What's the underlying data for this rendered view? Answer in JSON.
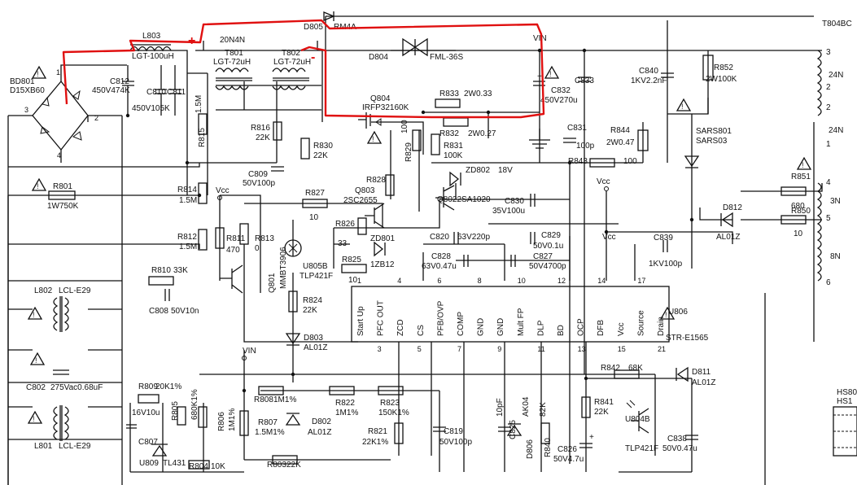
{
  "components": {
    "bd801": [
      "BD801",
      "D15XB60"
    ],
    "l803": [
      "L803",
      "LGT-100uH"
    ],
    "t801": [
      "T801",
      "LGT-72uH"
    ],
    "t802": [
      "T802",
      "LGT-72uH"
    ],
    "n20n4n": "20N4N",
    "d805": [
      "D805",
      "RM4A"
    ],
    "d804": [
      "D804",
      "FML-36S"
    ],
    "vin_top": "VIN",
    "c812": [
      "C812",
      "450V474K"
    ],
    "c810": "C810",
    "c811": "C811",
    "c810_val": "450V105K",
    "r815": [
      "R815",
      "1.5M"
    ],
    "q804": [
      "Q804",
      "IRFP32160K"
    ],
    "r833": [
      "R833",
      "2W0.33"
    ],
    "r832": [
      "R832",
      "2W0.27"
    ],
    "c832": [
      "C832",
      "450V270u"
    ],
    "c833": "C833",
    "c840": [
      "C840",
      "1KV2.2nF"
    ],
    "r852": [
      "R852",
      "2W100K"
    ],
    "t804": "T804BC",
    "r816": [
      "R816",
      "22K"
    ],
    "r830": [
      "R830",
      "22K"
    ],
    "r829": [
      "R829",
      "100"
    ],
    "r831": [
      "R831",
      "100K"
    ],
    "c831": [
      "C831",
      "100p"
    ],
    "r844": [
      "R844",
      "2W0.47"
    ],
    "sars801": [
      "SARS801",
      "SARS03"
    ],
    "c809": [
      "C809",
      "50V100p"
    ],
    "r843": [
      "R843",
      "100"
    ],
    "zd802": [
      "ZD802",
      "18V"
    ],
    "r828": "R828",
    "r801": [
      "R801",
      "1W750K"
    ],
    "r814": [
      "R814",
      "1.5M"
    ],
    "vcc": "Vcc",
    "r827": [
      "R827",
      "10"
    ],
    "q803": [
      "Q803",
      "2SC2655"
    ],
    "q802": "Q8022SA1020",
    "c830": [
      "C830",
      "35V100u"
    ],
    "r851": [
      "R851",
      "680"
    ],
    "r850": [
      "R850",
      "10"
    ],
    "r812": [
      "R812",
      "1.5M"
    ],
    "r811": [
      "R811",
      "470"
    ],
    "r813": [
      "R813",
      "0"
    ],
    "r826": [
      "R826",
      "33"
    ],
    "zd801": [
      "ZD801",
      "1ZB12"
    ],
    "c820": [
      "C820",
      "63V220p"
    ],
    "c829": [
      "C829",
      "50V0.1u"
    ],
    "c828": [
      "C828",
      "63V0.47u"
    ],
    "c827": [
      "C827",
      "50V4700p"
    ],
    "c839": [
      "C839",
      "1KV100p"
    ],
    "d812": [
      "D812",
      "AL01Z"
    ],
    "r810": [
      "R810",
      "33K"
    ],
    "c808": [
      "C808",
      "50V10n"
    ],
    "q801": [
      "MMBT3906",
      "Q801"
    ],
    "u805b": [
      "U805B",
      "TLP421F"
    ],
    "r825": [
      "R825",
      "10"
    ],
    "r824": [
      "R824",
      "22K"
    ],
    "l802": [
      "L802",
      "LCL-E29"
    ],
    "d803": [
      "D803",
      "AL01Z"
    ],
    "ic_pins": [
      "Start Up",
      "PFC OUT",
      "ZCD",
      "CS",
      "PFB/OVP",
      "COMP",
      "GND",
      "GND",
      "Mult FP",
      "DLP",
      "BD",
      "OCP",
      "DFB",
      "Vcc",
      "Source",
      "Drain"
    ],
    "ic_pin_nums": [
      "1",
      "3",
      "4",
      "5",
      "6",
      "7",
      "8",
      "9",
      "10",
      "11",
      "12",
      "13",
      "14",
      "15",
      "17",
      "21"
    ],
    "u806": [
      "U806",
      "STR-E1565"
    ],
    "vin_mid": "VIN",
    "c802": [
      "C802",
      "275Vac0.68uF"
    ],
    "r809": [
      "R809",
      "20K1%"
    ],
    "c807": [
      "16V10u",
      "C807"
    ],
    "r805": [
      "R805",
      "680K1%"
    ],
    "r806": "R806",
    "r808": [
      "R808",
      "1M1%"
    ],
    "r807": [
      "R807",
      "1.5M1%"
    ],
    "r806_val": "1M1%",
    "r822": [
      "R822",
      "1M1%"
    ],
    "r823": [
      "R823",
      "150K1%"
    ],
    "d802": [
      "D802",
      "AL01Z"
    ],
    "r821": [
      "R821",
      "22K1%"
    ],
    "c819": [
      "C819",
      "50V100p"
    ],
    "c825": [
      "C825",
      "10pF"
    ],
    "d806": [
      "D806",
      "AK04"
    ],
    "r840": [
      "R840",
      "82K"
    ],
    "c826": [
      "C826",
      "50V4.7u"
    ],
    "r842": [
      "R842",
      "68K"
    ],
    "d811": [
      "D811",
      "AL01Z"
    ],
    "r841": [
      "R841",
      "22K"
    ],
    "u804b": [
      "U804B",
      "TLP421F"
    ],
    "c838": [
      "C838",
      "50V0.47u"
    ],
    "l801": [
      "L801",
      "LCL-E29"
    ],
    "u809": [
      "U809",
      "TL431"
    ],
    "r804": [
      "R804",
      "10K"
    ],
    "r803": [
      "R803",
      "22K"
    ],
    "hs": [
      "HS80",
      "HS1"
    ],
    "t804_pins": [
      "3",
      "24N",
      "2",
      "2",
      "24N",
      "1",
      "4",
      "3N",
      "5",
      "8N",
      "6"
    ],
    "bd_pins": [
      "1",
      "2",
      "3",
      "4"
    ]
  },
  "annotations": {
    "plus": "+",
    "minus": "-"
  },
  "colors": {
    "ink": "#111111",
    "highlight": "#e01010"
  }
}
